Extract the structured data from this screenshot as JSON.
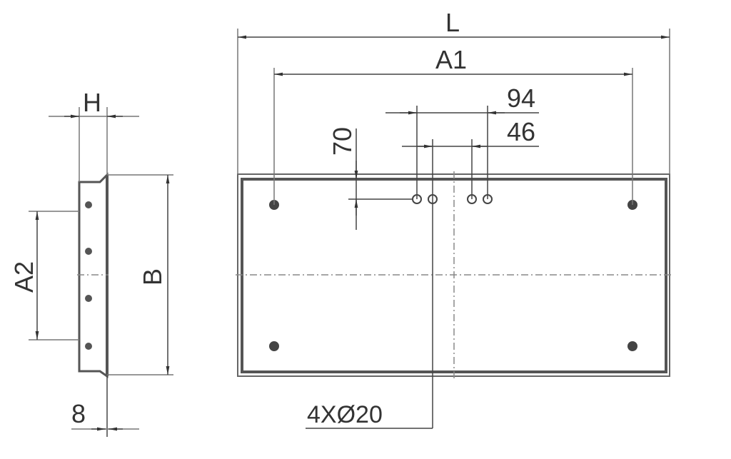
{
  "labels": {
    "H": "H",
    "A2": "A2",
    "B": "B",
    "eight": "8",
    "L": "L",
    "A1": "A1",
    "d94": "94",
    "d46": "46",
    "d70": "70",
    "holes": "4XØ20"
  }
}
